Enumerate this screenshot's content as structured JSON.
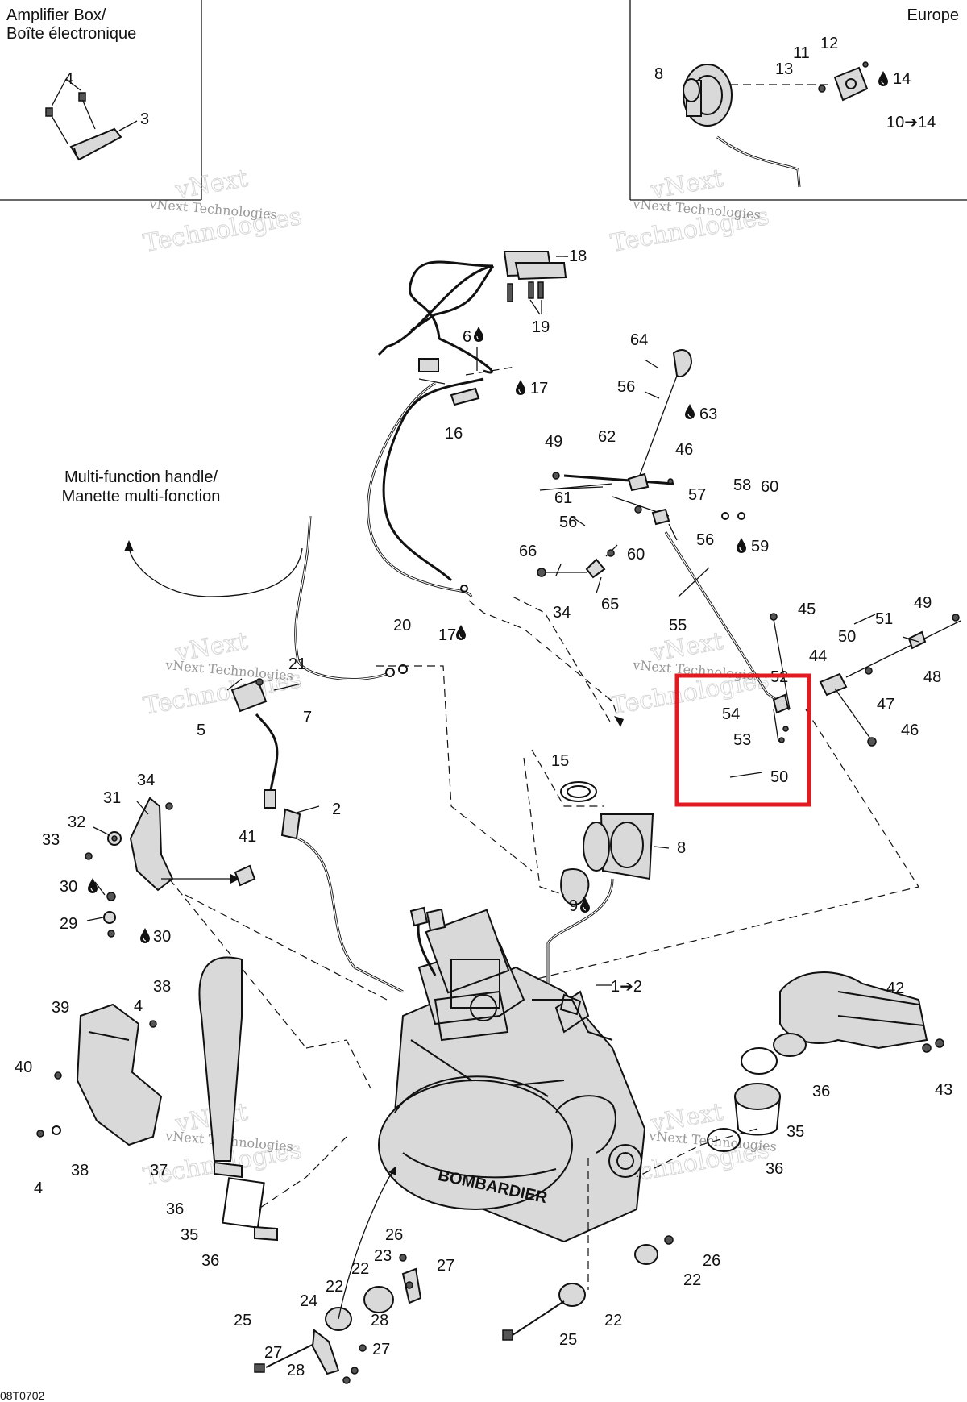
{
  "insets": {
    "amplifier_title_line1": "Amplifier Box/",
    "amplifier_title_line2": "Boîte électronique",
    "europe_title": "Europe"
  },
  "multi_function": {
    "line1": "Multi-function handle/",
    "line2": "Manette multi-fonction"
  },
  "watermark": {
    "small": "vNext Technologies",
    "big_line1": "vNext",
    "big_line2": "Technologies"
  },
  "brand": {
    "engine_cover": "BOMBARDIER"
  },
  "figure_code": "08T0702",
  "highlight": {
    "color": "#e01b22"
  },
  "callouts": {
    "c4a": "4",
    "c3": "3",
    "c8eu": "8",
    "c11": "11",
    "c12": "12",
    "c13": "13",
    "c14": "14",
    "c10_14": "10➔14",
    "c18": "18",
    "c19": "19",
    "c6": "6",
    "c17a": "17",
    "c16": "16",
    "c17b": "17",
    "c64": "64",
    "c56a": "56",
    "c63": "63",
    "c49a": "49",
    "c62": "62",
    "c46a": "46",
    "c61": "61",
    "c57": "57",
    "c58": "58",
    "c60a": "60",
    "c56b": "56",
    "c56c": "56",
    "c59": "59",
    "c60b": "60",
    "c66": "66",
    "c34a": "34",
    "c65": "65",
    "c55": "55",
    "c45": "45",
    "c49b": "49",
    "c51": "51",
    "c50a": "50",
    "c44": "44",
    "c48": "48",
    "c52": "52",
    "c47": "47",
    "c54": "54",
    "c53": "53",
    "c46b": "46",
    "c50b": "50",
    "c20": "20",
    "c21": "21",
    "c5": "5",
    "c7": "7",
    "c2": "2",
    "c15": "15",
    "c8": "8",
    "c9": "9",
    "c34b": "34",
    "c31": "31",
    "c32": "32",
    "c33": "33",
    "c41": "41",
    "c30a": "30",
    "c29": "29",
    "c30b": "30",
    "c1_2": "1➔2",
    "c42": "42",
    "c43": "43",
    "c36a": "36",
    "c35a": "35",
    "c36b": "36",
    "c39": "39",
    "c4b": "4",
    "c38a": "38",
    "c40": "40",
    "c4c": "4",
    "c38b": "38",
    "c37": "37",
    "c36c": "36",
    "c35b": "35",
    "c36d": "36",
    "c26a": "26",
    "c23": "23",
    "c27a": "27",
    "c22a": "22",
    "c24": "24",
    "c25a": "25",
    "c27b": "27",
    "c28a": "28",
    "c27c": "27",
    "c28b": "28",
    "c26b": "26",
    "c22b": "22",
    "c22c": "22",
    "c25b": "25"
  }
}
